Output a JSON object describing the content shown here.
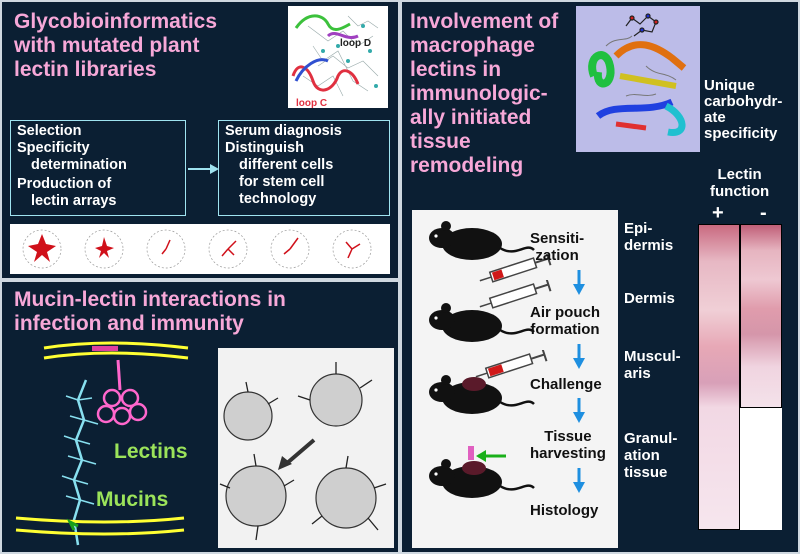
{
  "panels": {
    "top_left": {
      "title": [
        "Glycobioinformatics",
        "with mutated plant",
        "lectin libraries"
      ],
      "structure_labels": {
        "loop_d": "loop D",
        "loop_c": "loop C"
      },
      "left_box": {
        "lines": [
          "Selection",
          "Specificity",
          "determination",
          "Production of",
          "lectin arrays"
        ]
      },
      "right_box": {
        "lines": [
          "Serum diagnosis",
          "Distinguish",
          "different cells",
          "for stem cell",
          "technology"
        ]
      }
    },
    "bottom_left": {
      "title": [
        "Mucin-lectin interactions in",
        "infection and immunity"
      ],
      "lectins_label": "Lectins",
      "mucins_label": "Mucins"
    },
    "right": {
      "title": [
        "Involvement of",
        "macrophage",
        "lectins in",
        "immunologic-",
        "ally initiated",
        "tissue",
        "remodeling"
      ],
      "unique_label": [
        "Unique",
        "carbohydr-",
        "ate",
        "specificity"
      ],
      "lectin_function": {
        "title": [
          "Lectin",
          "function"
        ],
        "plus": "+",
        "minus": "-"
      },
      "steps": [
        [
          "Sensiti-",
          "zation"
        ],
        [
          "Air pouch",
          "formation"
        ],
        [
          "Challenge"
        ],
        [
          "Tissue",
          "harvesting"
        ],
        [
          "Histology"
        ]
      ],
      "layers": [
        [
          "Epi-",
          "dermis"
        ],
        [
          "Dermis"
        ],
        [
          "Muscul-",
          "aris"
        ],
        [
          "Granul-",
          "ation",
          "tissue"
        ]
      ]
    }
  },
  "colors": {
    "background": "#0b1f33",
    "title_pink": "#f7a8d8",
    "box_border": "#9fe3f0",
    "lectin_green": "#9be35a",
    "arrow_blue": "#1e8fe0"
  },
  "icons": [
    "mouse-icon",
    "syringe-icon",
    "arrow-down-icon",
    "radar-chart-icon"
  ]
}
